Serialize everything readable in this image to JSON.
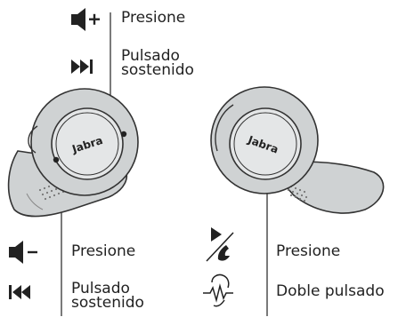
{
  "right_earbud": {
    "volume_up": {
      "icon": "volume-up-icon",
      "label": "Presione"
    },
    "next_track": {
      "icon": "next-track-icon",
      "label_line1": "Pulsado",
      "label_line2": "sostenido"
    },
    "brand": "Jabra"
  },
  "left_earbud": {
    "brand": "Jabra",
    "play_answer": {
      "icon": "play-phone-icon",
      "label": "Presione"
    },
    "hearthrough": {
      "icon": "hearthrough-icon",
      "label": "Doble pulsado"
    }
  },
  "bottom_left": {
    "volume_down": {
      "icon": "volume-down-icon",
      "label": "Presione"
    },
    "previous_track": {
      "icon": "previous-track-icon",
      "label_line1": "Pulsado",
      "label_line2": "sostenido"
    }
  },
  "colors": {
    "body": "#cfd2d3",
    "outline": "#333333",
    "button_face": "#e4e6e7"
  }
}
